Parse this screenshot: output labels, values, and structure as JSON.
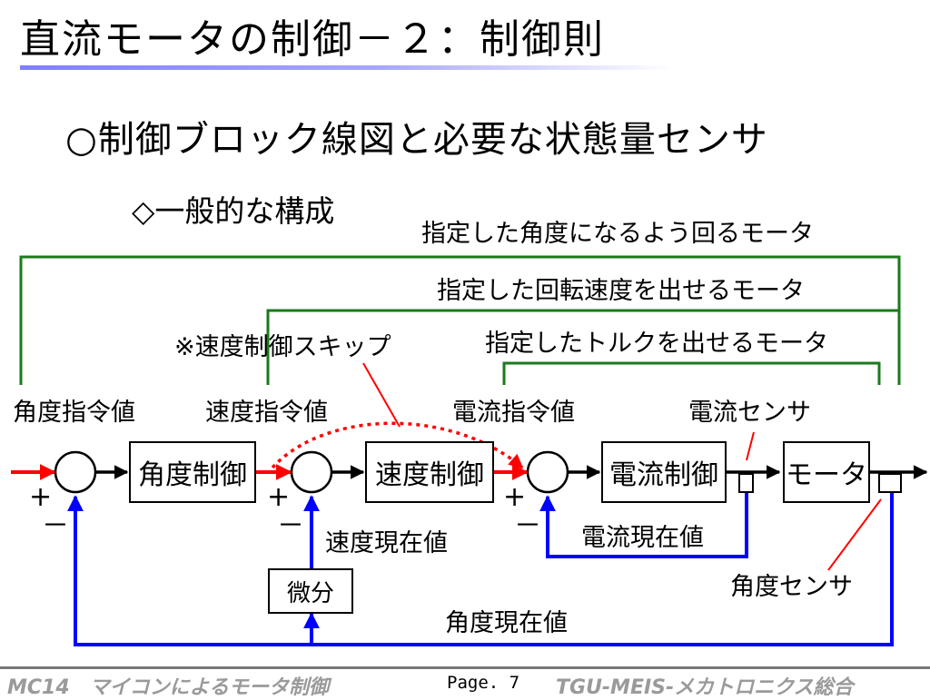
{
  "slide": {
    "title": "直流モータの制御－２：制御則",
    "subtitle": "○制御ブロック線図と必要な状態量センサ",
    "section": "◇一般的な構成"
  },
  "diagram": {
    "blocks": {
      "angle_control": "角度制御",
      "speed_control": "速度制御",
      "current_control": "電流制御",
      "motor": "モータ",
      "differentiator": "微分"
    },
    "labels": {
      "angle_command": "角度指令値",
      "speed_command": "速度指令値",
      "current_command": "電流指令値",
      "current_sensor": "電流センサ",
      "speed_actual": "速度現在値",
      "current_actual": "電流現在値",
      "angle_sensor": "角度センサ",
      "angle_actual": "角度現在値",
      "speed_skip_note": "※速度制御スキップ"
    },
    "loop_labels": {
      "angle_loop": "指定した角度になるよう回るモータ",
      "speed_loop": "指定した回転速度を出せるモータ",
      "torque_loop": "指定したトルクを出せるモータ"
    },
    "signs": {
      "plus": "+",
      "minus": "－"
    },
    "colors": {
      "reference_arrow": "#ff0000",
      "feedback_line": "#0000ff",
      "loop_bracket": "#1a7a1a",
      "sensor_pointer": "#ff0000"
    }
  },
  "footer": {
    "course": "MC14　マイコンによるモータ制御",
    "page": "Page. 7",
    "org": "TGU-MEIS-メカトロニクス総合"
  }
}
